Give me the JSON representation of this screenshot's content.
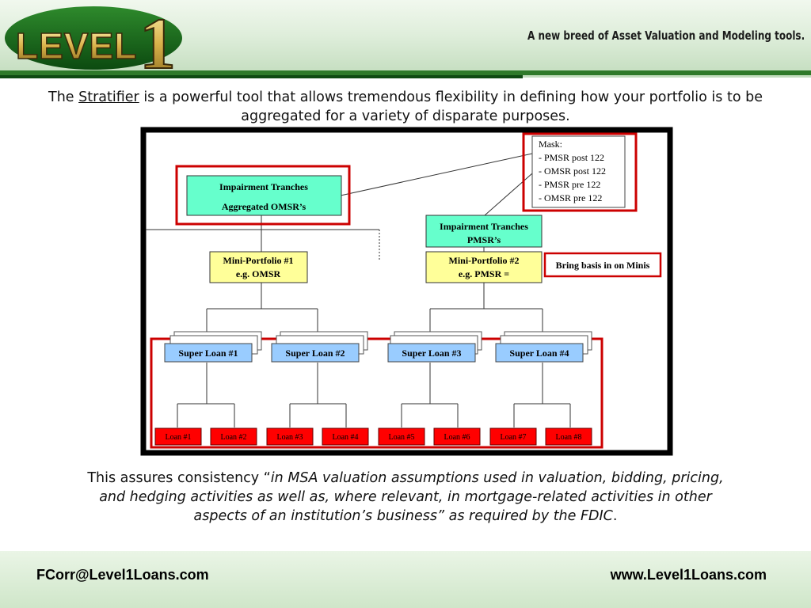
{
  "header": {
    "logo_text": "LEVEL",
    "logo_numeral": "1",
    "tagline": "A new breed of Asset Valuation and Modeling tools."
  },
  "intro": {
    "before": "The ",
    "link": "Stratifier",
    "after": " is a powerful tool that allows tremendous flexibility in defining how your portfolio is to be aggregated for a variety of disparate purposes."
  },
  "diagram": {
    "mask": {
      "title": "Mask:",
      "lines": [
        "- PMSR post 122",
        "- OMSR post 122",
        "- PMSR pre 122",
        "- OMSR pre 122"
      ]
    },
    "impairment_omsr": {
      "line1": "Impairment Tranches",
      "line2": "Aggregated OMSR’s"
    },
    "impairment_pmsr": {
      "line1": "Impairment Tranches",
      "line2": "PMSR’s"
    },
    "mini_1": {
      "line1": "Mini-Portfolio #1",
      "line2": "e.g. OMSR"
    },
    "mini_2": {
      "line1": "Mini-Portfolio #2",
      "line2": "e.g. PMSR ="
    },
    "bring_basis": "Bring basis in on Minis",
    "super_loans": [
      "Super Loan #1",
      "Super Loan #2",
      "Super Loan #3",
      "Super Loan #4"
    ],
    "loans": [
      "Loan #1",
      "Loan #2",
      "Loan #3",
      "Loan #4",
      "Loan #5",
      "Loan #6",
      "Loan #7",
      "Loan #8"
    ]
  },
  "conclusion": {
    "before": "This assures consistency “",
    "quote": "in MSA valuation assumptions used in valuation, bidding, pricing, and hedging activities as well as, where relevant, in mortgage-related activities in other aspects of an institution’s business” as required by the FDIC",
    "after": "."
  },
  "footer": {
    "email": "FCorr@Level1Loans.com",
    "website": "www.Level1Loans.com"
  },
  "colors": {
    "brand_green": "#2f7a2a",
    "impairment_fill": "#66ffcc",
    "mini_fill": "#ffff99",
    "super_loan_fill": "#99ccff",
    "loan_fill": "#ff0000",
    "highlight_red": "#cc0000"
  }
}
